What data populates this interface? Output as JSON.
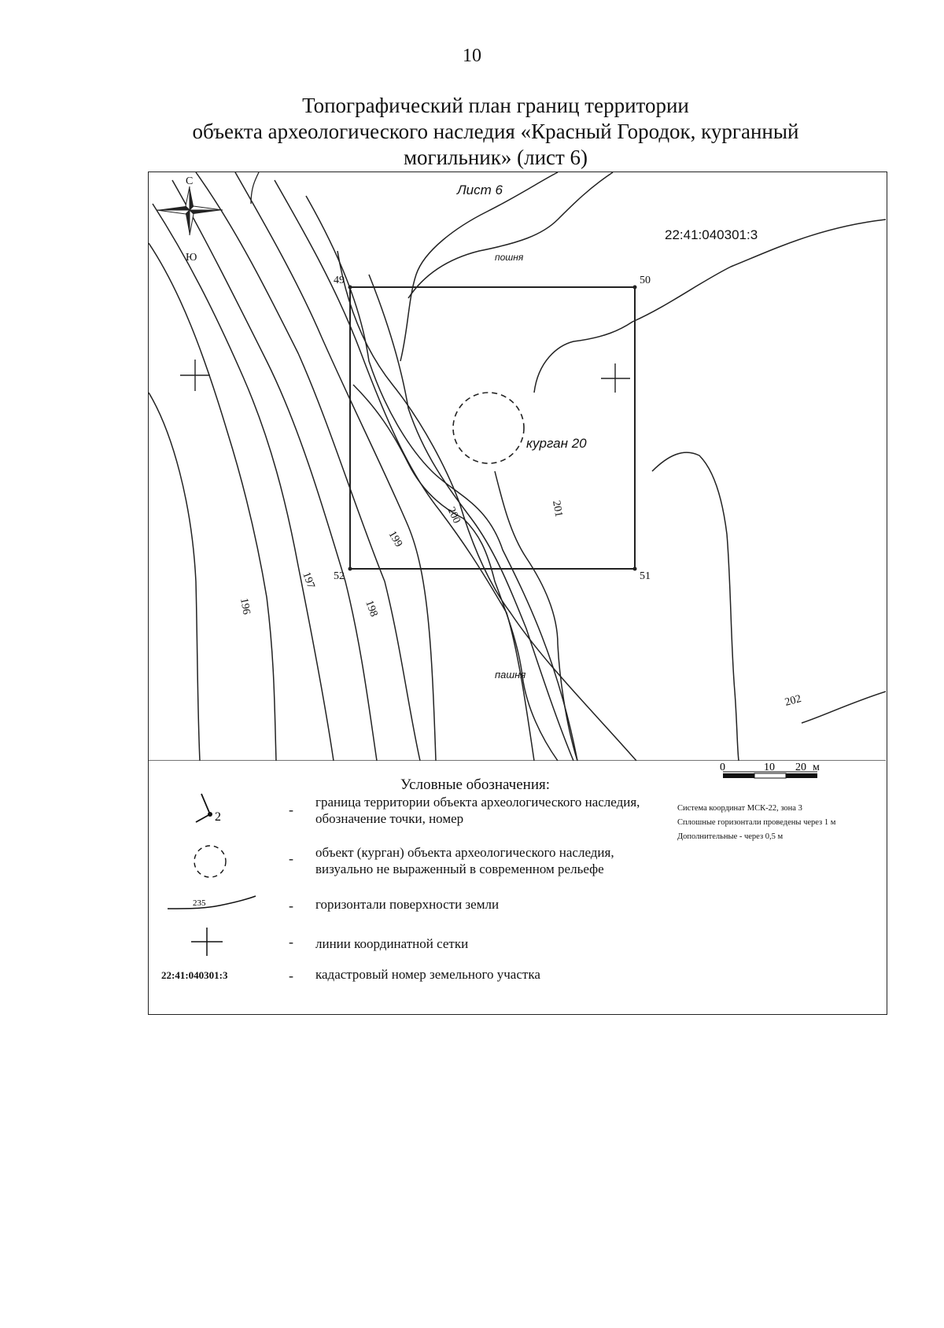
{
  "page_number": "10",
  "title": {
    "line1": "Топографический план границ территории",
    "line2": "объекта археологического наследия «Красный Городок, курганный",
    "line3": "могильник» (лист 6)"
  },
  "map": {
    "sheet_label": "Лист 6",
    "cadastral_number": "22:41:040301:3",
    "field_label_top": "пошня",
    "field_label_bottom": "пашня",
    "mound_label": "курган 20",
    "compass": {
      "north": "С",
      "south": "Ю"
    },
    "boundary_points": [
      {
        "id": "49",
        "label": "49"
      },
      {
        "id": "50",
        "label": "50"
      },
      {
        "id": "51",
        "label": "51"
      },
      {
        "id": "52",
        "label": "52"
      }
    ],
    "contour_labels": [
      "196",
      "197",
      "198",
      "199",
      "200",
      "201",
      "202"
    ]
  },
  "scale_bar": {
    "ticks": [
      "0",
      "10",
      "20"
    ],
    "unit": "м",
    "notes": [
      "Система координат МСК-22, зона 3",
      "Сплошные горизонтали проведены через 1 м",
      "Дополнительные - через 0,5 м"
    ]
  },
  "legend": {
    "title": "Условные обозначения:",
    "items": [
      {
        "symbol_label": "2",
        "text": "граница территории объекта археологического наследия, обозначение точки, номер"
      },
      {
        "symbol_label": "",
        "text": "объект (курган) объекта археологического наследия, визуально не выраженный в современном рельефе"
      },
      {
        "symbol_label": "235",
        "text": "горизонтали поверхности земли"
      },
      {
        "symbol_label": "",
        "text": "линии координатной сетки"
      },
      {
        "symbol_label": "22:41:040301:3",
        "text": "кадастровый номер земельного участка"
      }
    ],
    "dash": "-"
  }
}
